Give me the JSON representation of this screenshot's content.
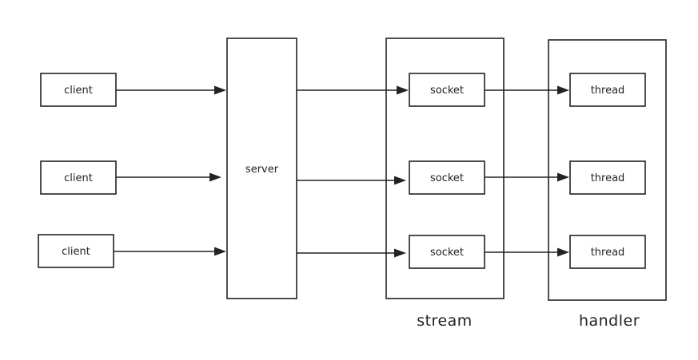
{
  "nodes": {
    "client_1": "client",
    "client_2": "client",
    "client_3": "client",
    "server": "server",
    "socket_1": "socket",
    "socket_2": "socket",
    "socket_3": "socket",
    "thread_1": "thread",
    "thread_2": "thread",
    "thread_3": "thread"
  },
  "groups": {
    "stream": "stream",
    "handler": "handler"
  },
  "colors": {
    "stroke": "#222222",
    "background": "#ffffff"
  }
}
